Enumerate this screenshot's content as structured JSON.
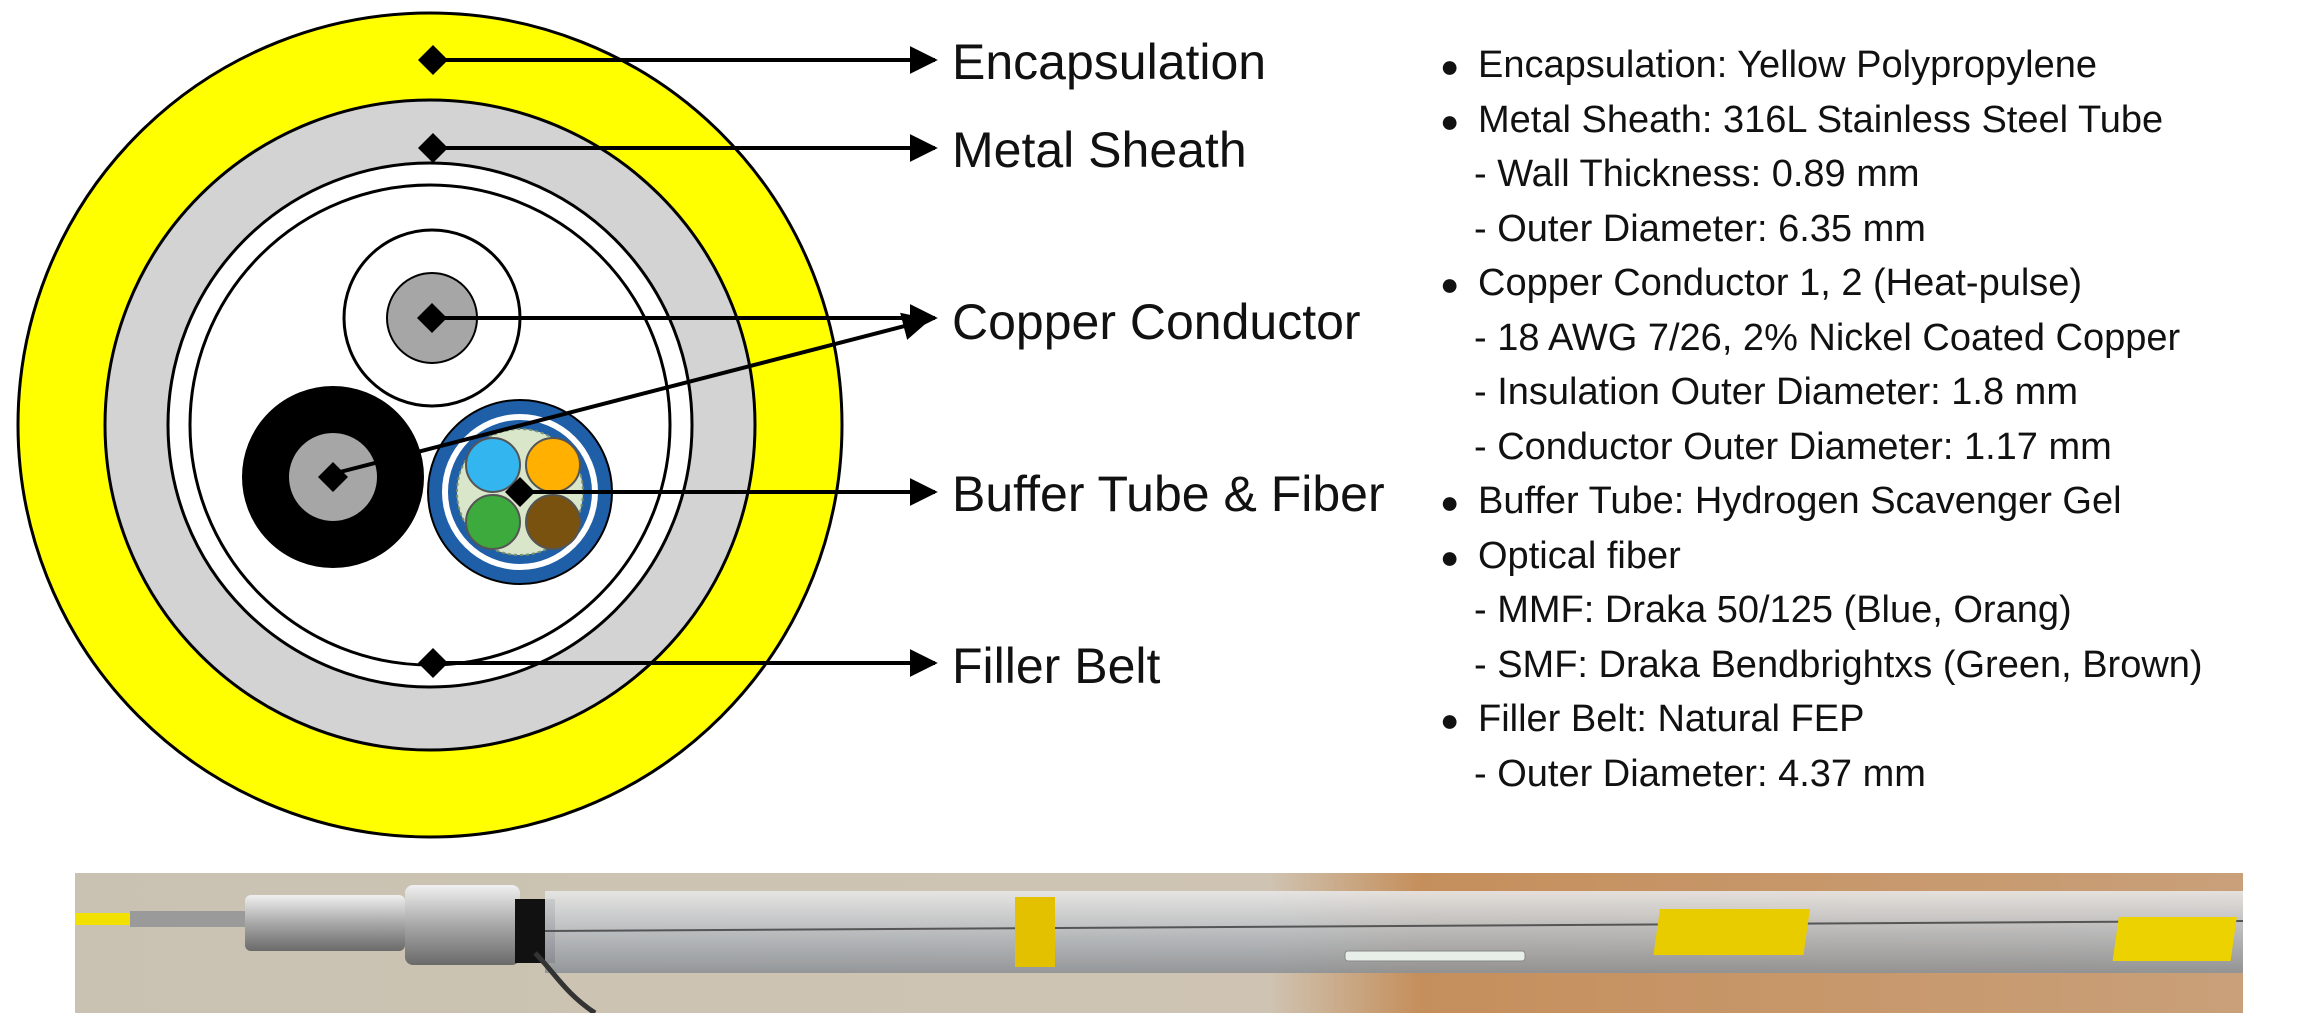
{
  "callouts": {
    "encapsulation": "Encapsulation",
    "metal_sheath": "Metal Sheath",
    "copper_conductor": "Copper Conductor",
    "buffer_tube_fiber": "Buffer Tube & Fiber",
    "filler_belt": "Filler Belt"
  },
  "specs": [
    {
      "text": "Encapsulation: Yellow Polypropylene",
      "kind": "bullet"
    },
    {
      "text": "Metal Sheath: 316L Stainless Steel Tube",
      "kind": "bullet"
    },
    {
      "text": "- Wall Thickness: 0.89 mm",
      "kind": "sub"
    },
    {
      "text": "- Outer Diameter: 6.35 mm",
      "kind": "sub"
    },
    {
      "text": "Copper Conductor 1, 2 (Heat-pulse)",
      "kind": "bullet"
    },
    {
      "text": "- 18 AWG 7/26, 2% Nickel Coated Copper",
      "kind": "sub"
    },
    {
      "text": "- Insulation Outer Diameter: 1.8 mm",
      "kind": "sub"
    },
    {
      "text": "- Conductor Outer Diameter: 1.17 mm",
      "kind": "sub"
    },
    {
      "text": "Buffer Tube: Hydrogen Scavenger Gel",
      "kind": "bullet"
    },
    {
      "text": "Optical fiber",
      "kind": "bullet"
    },
    {
      "text": "- MMF: Draka 50/125 (Blue, Orang)",
      "kind": "sub"
    },
    {
      "text": "- SMF: Draka Bendbrightxs (Green, Brown)",
      "kind": "sub"
    },
    {
      "text": "Filler Belt: Natural FEP",
      "kind": "bullet"
    },
    {
      "text": "- Outer Diameter: 4.37 mm",
      "kind": "sub"
    }
  ],
  "colors": {
    "encapsulation": "#FFFF00",
    "metal_sheath": "#D3D3D3",
    "filler_belt": "#FFFFFF",
    "conductor_insulation": "#000000",
    "conductor_core": "#A6A6A6",
    "buffer_tube_outer": "#1F5FA8",
    "buffer_gel": "#D9E6C9",
    "fiber_blue": "#33B5F0",
    "fiber_orange": "#FFB000",
    "fiber_green": "#3DAA3D",
    "fiber_brown": "#7A5210"
  },
  "icons": {
    "callout_marker": "diamond",
    "callout_end": "arrowhead"
  }
}
